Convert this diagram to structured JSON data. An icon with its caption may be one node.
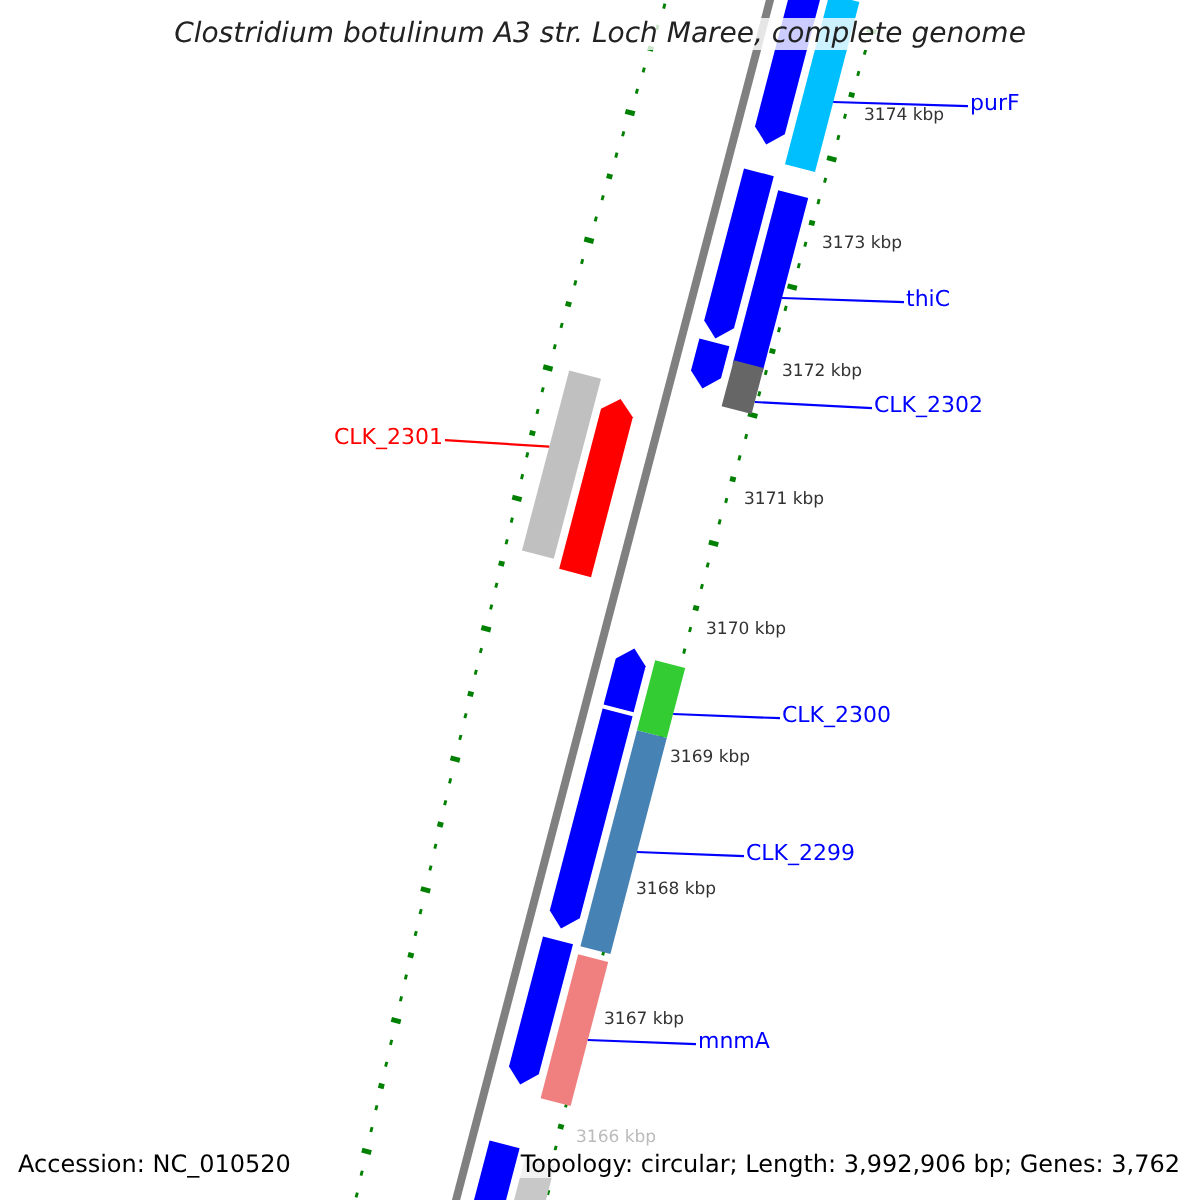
{
  "diagram": {
    "title": "Clostridium botulinum A3 str. Loch Maree, complete genome",
    "nodes": [
      {
        "text": [
          "purF"
        ]
      },
      {
        "text": [],
        "shape": "bar"
      },
      {
        "text": [
          "thiC"
        ]
      },
      {
        "text": [],
        "shape": "bar"
      },
      {
        "text": [
          "CLK_2302"
        ]
      },
      {
        "text": [],
        "shape": "bar"
      },
      {
        "text": [
          "CLK_2301"
        ]
      },
      {
        "text": [],
        "shape": "bar"
      },
      {
        "text": [
          "CLK_2300"
        ]
      },
      {
        "text": [],
        "shape": "bar"
      },
      {
        "text": [
          "CLK_2299"
        ]
      },
      {
        "text": [],
        "shape": "bar"
      },
      {
        "text": [
          "mnmA"
        ]
      },
      {
        "text": [],
        "shape": "bar"
      },
      {
        "text": [],
        "shape": "bar"
      },
      {
        "text": [],
        "shape": "bar"
      },
      {
        "text": [],
        "shape": "bar"
      },
      {
        "text": [],
        "shape": "bar"
      },
      {
        "text": [],
        "shape": "bar"
      },
      {
        "text": [],
        "shape": "bar"
      },
      {
        "text": [],
        "shape": "bar"
      },
      {
        "text": [],
        "shape": "bar"
      },
      {
        "text": [],
        "shape": "bar"
      }
    ],
    "edges": [
      {
        "from": 0,
        "to": 1,
        "arrow": "none"
      },
      {
        "from": 2,
        "to": 3,
        "arrow": "none"
      },
      {
        "from": 4,
        "to": 5,
        "arrow": "none"
      },
      {
        "from": 6,
        "to": 7,
        "arrow": "none",
        "color": "#ff0000"
      },
      {
        "from": 8,
        "to": 9,
        "arrow": "none"
      },
      {
        "from": 10,
        "to": 11,
        "arrow": "none"
      },
      {
        "from": 12,
        "to": 13,
        "arrow": "none"
      }
    ],
    "labels": [
      "3174 kbp",
      "3173 kbp",
      "3172 kbp",
      "3171 kbp",
      "3170 kbp",
      "3169 kbp",
      "3168 kbp",
      "3167 kbp",
      "3166 kbp",
      "Accession: NC_010520",
      "Topology: circular; Length: 3,992,906 bp; Genes: 3,762"
    ]
  }
}
